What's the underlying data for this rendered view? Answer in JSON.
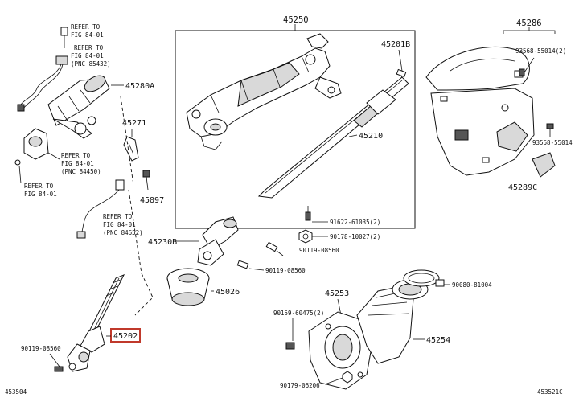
{
  "labels": {
    "p45250": "45250",
    "p45286": "45286",
    "p45201b": "45201B",
    "p45280a": "45280A",
    "p45271": "45271",
    "p45210": "45210",
    "p45897": "45897",
    "p45289c": "45289C",
    "p45230b": "45230B",
    "p45026": "45026",
    "p45253": "45253",
    "p45254": "45254",
    "p45202": "45202",
    "s93568_55014_2": "93568-55014(2)",
    "s93568_55014": "93568-55014",
    "s91622_61035_2": "91622-61035(2)",
    "s90178_10027_2": "90178-10027(2)",
    "s90119_08560_a": "90119-08560",
    "s90119_08560_b": "90119-08560",
    "s90119_08560_c": "90119-08560",
    "s90080_81004": "90080-81004",
    "s90159_60475_2": "90159-60475(2)",
    "s90179_06206": "90179-06206",
    "ref_top_1": "REFER TO",
    "ref_top_2": "FIG 84-01",
    "ref_a_1": "REFER TO",
    "ref_a_2": "FIG 84-01",
    "ref_a_3": "(PNC 85432)",
    "ref_b_1": "REFER TO",
    "ref_b_2": "FIG 84-01",
    "ref_b_3": "(PNC 84450)",
    "ref_c_1": "REFER TO",
    "ref_c_2": "FIG 84-01",
    "ref_d_1": "REFER TO",
    "ref_d_2": "FIG 84-01",
    "ref_d_3": "(PNC 84652)",
    "corner_left": "453504",
    "corner_right": "453521C"
  },
  "highlight": {
    "part": "45202",
    "color": "#c0392b"
  }
}
